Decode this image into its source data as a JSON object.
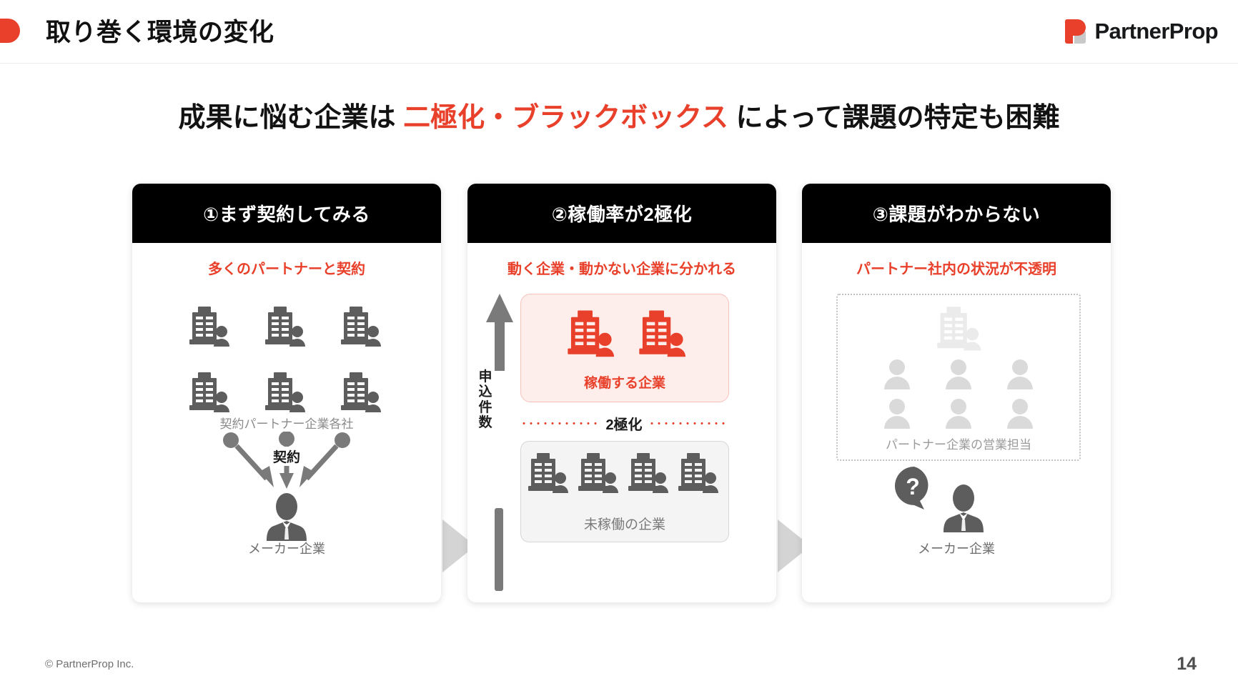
{
  "header": {
    "title": "取り巻く環境の変化",
    "logo_text": "PartnerProp",
    "accent_color": "#e8402a"
  },
  "headline": {
    "lead": "成果に悩む企業は ",
    "emphasis": "二極化・ブラックボックス",
    "trail": " によって課題の特定も困難",
    "emphasis_color": "#e8402a"
  },
  "cards": [
    {
      "title": "①まず契約してみる",
      "subtitle": "多くのパートナーと契約",
      "partner_caption": "契約パートナー企業各社",
      "arrow_label": "契約",
      "maker_caption": "メーカー企業",
      "building_count": 6
    },
    {
      "title": "②稼働率が2極化",
      "subtitle": "動く企業・動かない企業に分かれる",
      "axis_label": "申込件数",
      "active_box": {
        "label": "稼働する企業",
        "count": 2,
        "bg": "#fdeeec",
        "border": "#f6c2ba",
        "text_color": "#e8402a"
      },
      "divider_label": "2極化",
      "idle_box": {
        "label": "未稼働の企業",
        "count": 4,
        "bg": "#f4f4f4",
        "border": "#d6d6d6",
        "text_color": "#7a7a7a"
      }
    },
    {
      "title": "③課題がわからない",
      "subtitle": "パートナー社内の状況が不透明",
      "dashed_caption": "パートナー企業の営業担当",
      "people_count": 6,
      "bubble_text": "?",
      "maker_caption": "メーカー企業"
    }
  ],
  "footer": {
    "copyright": "© PartnerProp Inc.",
    "page_number": "14"
  }
}
